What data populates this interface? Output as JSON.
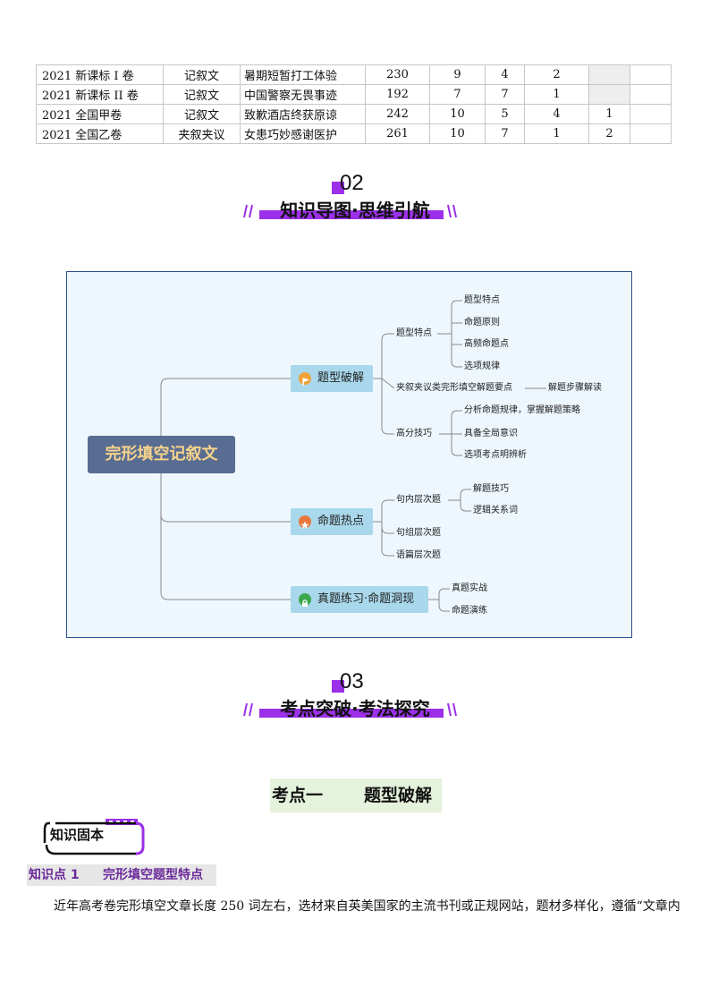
{
  "table": {
    "rows": [
      [
        "2021 新课标 I 卷",
        "记叙文",
        "暑期短暂打工体验",
        "230",
        "9",
        "4",
        "2",
        "",
        ""
      ],
      [
        "2021 新课标 II 卷",
        "记叙文",
        "中国警察无畏事迹",
        "192",
        "7",
        "7",
        "1",
        "",
        ""
      ],
      [
        "2021 全国甲卷",
        "记叙文",
        "致歉酒店终获原谅",
        "242",
        "10",
        "5",
        "4",
        "1",
        ""
      ],
      [
        "2021 全国乙卷",
        "夹叙夹议",
        "女患巧妙感谢医护",
        "261",
        "10",
        "7",
        "1",
        "2",
        ""
      ]
    ]
  },
  "section2": {
    "number": "02",
    "title": "知识导图·思维引航"
  },
  "section3": {
    "number": "03",
    "title": "考点突破·考法探究"
  },
  "mindmap": {
    "root": "完形填空记叙文",
    "branch1": {
      "label": "题型破解",
      "icon": "flag-icon",
      "color": "#f0a23a",
      "sub1": {
        "label": "题型特点",
        "leaves": [
          "题型特点",
          "命题原则",
          "高频命题点",
          "选项规律"
        ]
      },
      "sub2": {
        "label": "夹叙夹议类完形填空解题要点",
        "leaves": [
          "解题步骤解读"
        ]
      },
      "sub3": {
        "label": "高分技巧",
        "leaves": [
          "分析命题规律，掌握解题策略",
          "具备全局意识",
          "选项考点明辨析"
        ]
      }
    },
    "branch2": {
      "label": "命题热点",
      "icon": "star-icon",
      "color": "#e8773a",
      "sub1": {
        "label": "句内层次题",
        "leaves": [
          "解题技巧",
          "逻辑关系词"
        ]
      },
      "sub2": {
        "label": "句组层次题"
      },
      "sub3": {
        "label": "语篇层次题"
      }
    },
    "branch3": {
      "label": "真题练习·命题洞现",
      "icon": "lock-icon",
      "color": "#3aa84a",
      "leaves": [
        "真题实战",
        "命题演练"
      ]
    }
  },
  "kaodian": {
    "part1": "考点一",
    "part2": "题型破解"
  },
  "badge": {
    "label": "知识固本"
  },
  "knowledge_point": {
    "part1": "知识点 1",
    "part2": "完形填空题型特点"
  },
  "body_text": "近年高考卷完形填空文章长度 250 词左右，选材来自英美国家的主流书刊或正规网站，题材多样化，遵循“文章内",
  "colors": {
    "accent": "#9b30e8",
    "node": "#a9d8ec",
    "root": "#596c91",
    "root_text": "#f6d38b",
    "kaodian_bg": "#e5f2dc",
    "kp_text": "#6b2a9a"
  }
}
